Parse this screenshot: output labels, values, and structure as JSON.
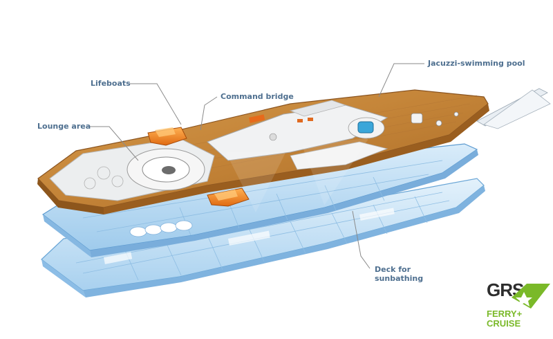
{
  "labels": {
    "lifeboats": "Lifeboats",
    "command_bridge": "Command bridge",
    "lounge_area": "Lounge area",
    "jacuzzi_pool": "Jacuzzi-swimming pool",
    "deck_line1": "Deck for",
    "deck_line2": "sunbathing"
  },
  "logo": {
    "brand": "GRS",
    "line1": "FERRY+",
    "line2": "CRUISE",
    "icon": "star-flag-icon"
  },
  "colors": {
    "label_text": "#4e6f8f",
    "leader_line": "#8a8a8a",
    "wood_deck": "#c8893d",
    "hull_blue": "#bcdcf3",
    "lifeboat_orange": "#f07f1d",
    "logo_green": "#7ab929"
  }
}
